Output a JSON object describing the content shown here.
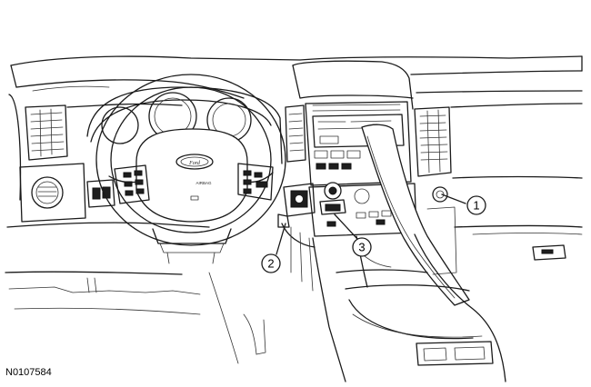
{
  "figure": {
    "code": "N0107584",
    "steering_badge": "AIRBAG"
  },
  "callouts": [
    {
      "id": "1",
      "label": "1"
    },
    {
      "id": "2",
      "label": "2"
    },
    {
      "id": "3",
      "label": "3"
    }
  ]
}
